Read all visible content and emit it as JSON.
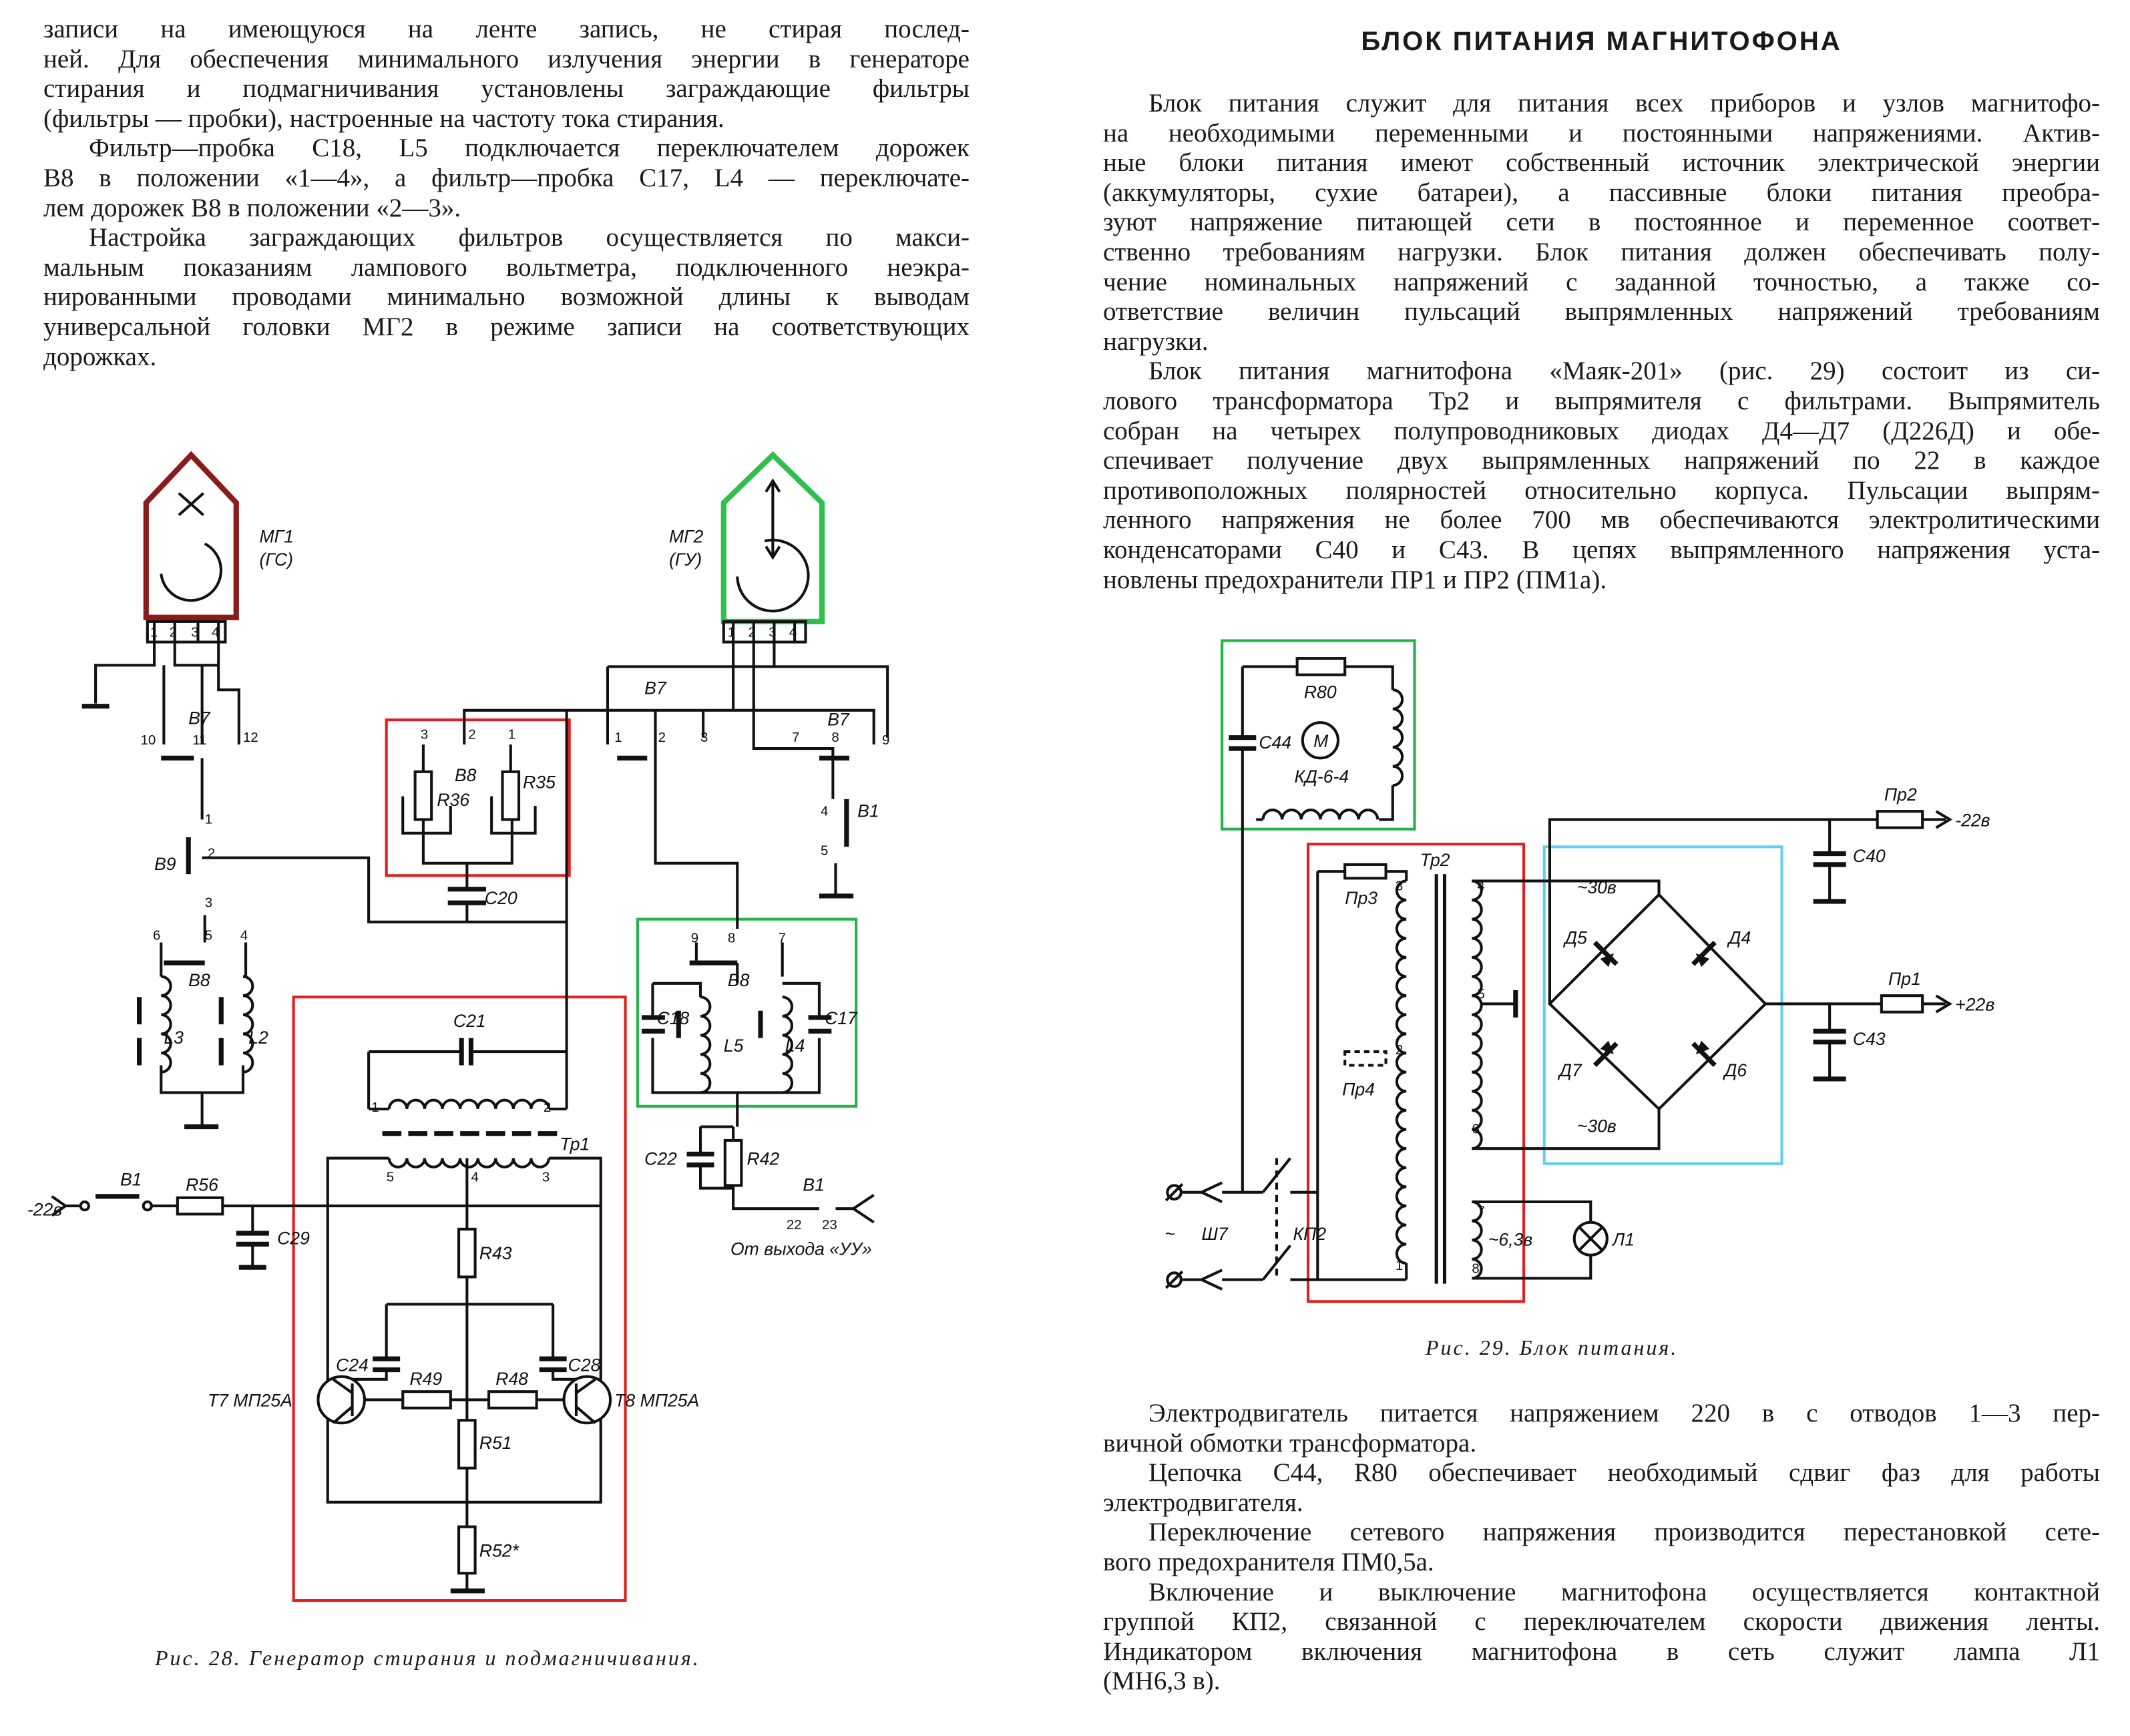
{
  "left_text": {
    "paragraphs": [
      {
        "indent": false,
        "lines": [
          "записи на имеющуюся на ленте запись, не стирая послед-",
          "ней. Для обеспечения минимального излучения энергии в генераторе",
          "стирания и подмагничивания установлены заграждающие фильтры",
          "(фильтры — пробки), настроенные на частоту тока стирания."
        ]
      },
      {
        "indent": true,
        "lines": [
          "Фильтр—пробка C18, L5 подключается переключателем дорожек",
          "В8 в положении «1—4», а фильтр—пробка C17, L4 — переключате-",
          "лем дорожек В8 в положении «2—3»."
        ]
      },
      {
        "indent": true,
        "lines": [
          "Настройка заграждающих фильтров осуществляется по макси-",
          "мальным показаниям лампового вольтметра, подключенного неэкра-",
          "нированными проводами минимально возможной длины к выводам",
          "универсальной головки МГ2 в режиме записи на соответствующих",
          "дорожках."
        ]
      }
    ]
  },
  "right_text": {
    "title": "БЛОК ПИТАНИЯ МАГНИТОФОНА",
    "paragraphs": [
      {
        "indent": true,
        "lines": [
          "Блок питания служит для питания всех приборов и узлов магнитофо-",
          "на необходимыми переменными и постоянными напряжениями. Актив-",
          "ные блоки питания имеют собственный источник электрической энергии",
          "(аккумуляторы, сухие батареи), а пассивные блоки питания преобра-",
          "зуют напряжение питающей сети в постоянное и переменное соответ-",
          "ственно требованиям нагрузки. Блок питания должен обеспечивать полу-",
          "чение номинальных напряжений с заданной точностью, а также со-",
          "ответствие величин пульсаций выпрямленных напряжений требованиям",
          "нагрузки."
        ]
      },
      {
        "indent": true,
        "lines": [
          "Блок питания магнитофона «Маяк-201» (рис. 29) состоит из си-",
          "лового трансформатора Тр2 и выпрямителя с фильтрами. Выпрямитель",
          "собран на четырех полупроводниковых диодах Д4—Д7 (Д226Д) и обе-",
          "спечивает получение двух выпрямленных напряжений по 22 в каждое",
          "противоположных полярностей относительно корпуса. Пульсации выпрям-",
          "ленного напряжения не более 700 мв обеспечиваются электролитическими",
          "конденсаторами C40 и C43. В цепях выпрямленного напряжения уста-",
          "новлены предохранители ПР1 и ПР2 (ПМ1а)."
        ]
      }
    ]
  },
  "bottom_text": {
    "paragraphs": [
      {
        "indent": true,
        "lines": [
          "Электродвигатель питается напряжением 220 в с отводов 1—3 пер-",
          "вичной обмотки трансформатора."
        ]
      },
      {
        "indent": true,
        "lines": [
          "Цепочка C44, R80 обеспечивает необходимый сдвиг фаз для работы",
          "электродвигателя."
        ]
      },
      {
        "indent": true,
        "lines": [
          "Переключение сетевого напряжения производится перестановкой сете-",
          "вого предохранителя ПМ0,5а."
        ]
      },
      {
        "indent": true,
        "lines": [
          "Включение и выключение магнитофона осуществляется контактной",
          "группой КП2, связанной с переключателем скорости движения ленты.",
          "Индикатором включения магнитофона в сеть служит лампа Л1",
          "(МН6,3 в)."
        ]
      }
    ]
  },
  "fig28": {
    "caption": "Рис. 28. Генератор стирания и подмагничивания.",
    "labels": [
      "МГ1",
      "(ГС)",
      "МГ2",
      "(ГУ)",
      "В7",
      "В7",
      "В7",
      "В8",
      "R36",
      "R35",
      "C20",
      "В9",
      "В8",
      "L3",
      "L2",
      "C21",
      "Тр1",
      "В8",
      "C18",
      "L5",
      "L4",
      "C17",
      "В1",
      "C22",
      "R42",
      "В1",
      "-22в",
      "В1",
      "R56",
      "C29",
      "R43",
      "C24",
      "C28",
      "R49",
      "R48",
      "Т7 МП25А",
      "Т8 МП25А",
      "R51",
      "R52*",
      "От выхода «УУ»"
    ],
    "pins": [
      "1",
      "2",
      "3",
      "4",
      "10",
      "11",
      "12",
      "1",
      "2",
      "3",
      "4",
      "1",
      "2",
      "3",
      "1",
      "2",
      "3",
      "7",
      "8",
      "9",
      "4",
      "5",
      "1",
      "2",
      "3",
      "6",
      "5",
      "4",
      "9",
      "8",
      "7",
      "1",
      "2",
      "5",
      "4",
      "3",
      "22",
      "23"
    ],
    "colors": {
      "box_red": "#e02020",
      "box_green": "#22b34a",
      "head1": "#8b1a1a",
      "head2": "#2fbf4f"
    }
  },
  "fig29": {
    "caption": "Рис. 29. Блок питания.",
    "labels": [
      "R80",
      "C44",
      "М",
      "КД-6-4",
      "Тр2",
      "Пр3",
      "Пр4",
      "Пр2",
      "-22в",
      "C40",
      "~30в",
      "Д5",
      "Д4",
      "Д7",
      "Д6",
      "~30в",
      "Пр1",
      "+22в",
      "C43",
      "~",
      "Ш7",
      "КП2",
      "~6,3в",
      "Л1"
    ],
    "pins": [
      "3",
      "2",
      "1",
      "4",
      "5",
      "6",
      "7",
      "8"
    ],
    "colors": {
      "box_green": "#22b34a",
      "box_red": "#e02020",
      "box_cyan": "#5fd0e8"
    }
  }
}
